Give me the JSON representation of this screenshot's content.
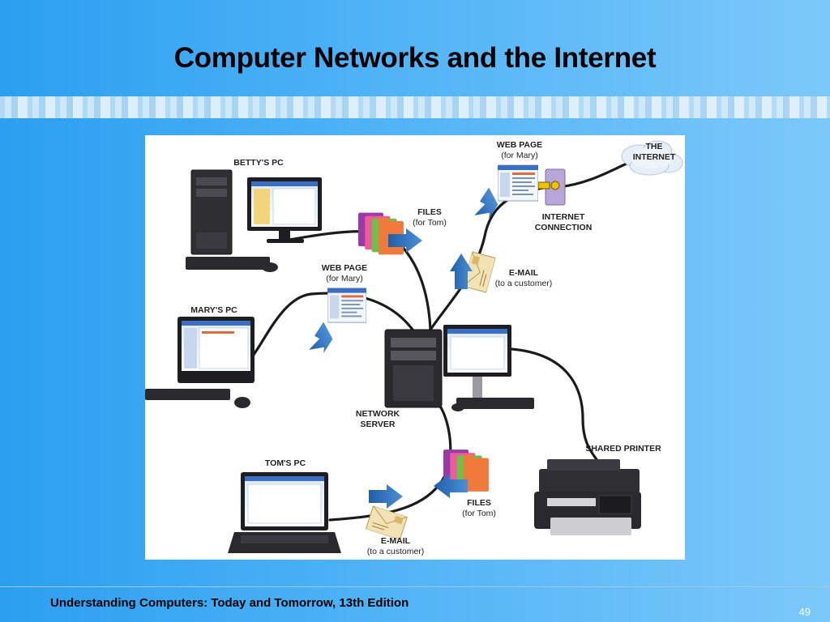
{
  "slide": {
    "title": "Computer Networks and the Internet",
    "footer": "Understanding Computers: Today and Tomorrow, 13th Edition",
    "page_number": "49"
  },
  "diagram": {
    "labels": {
      "bettys_pc": "BETTY'S PC",
      "marys_pc": "MARY'S PC",
      "toms_pc": "TOM'S PC",
      "network_server_1": "NETWORK",
      "network_server_2": "SERVER",
      "shared_printer": "SHARED PRINTER",
      "internet_1": "THE",
      "internet_2": "INTERNET",
      "internet_conn_1": "INTERNET",
      "internet_conn_2": "CONNECTION",
      "web_page_top_title": "WEB PAGE",
      "web_page_top_sub": "(for Mary)",
      "web_page_mid_title": "WEB PAGE",
      "web_page_mid_sub": "(for Mary)",
      "files_top_title": "FILES",
      "files_top_sub": "(for Tom)",
      "files_bottom_title": "FILES",
      "files_bottom_sub": "(for Tom)",
      "email_top_title": "E-MAIL",
      "email_top_sub": "(to a customer)",
      "email_bottom_title": "E-MAIL",
      "email_bottom_sub": "(to a customer)"
    }
  }
}
